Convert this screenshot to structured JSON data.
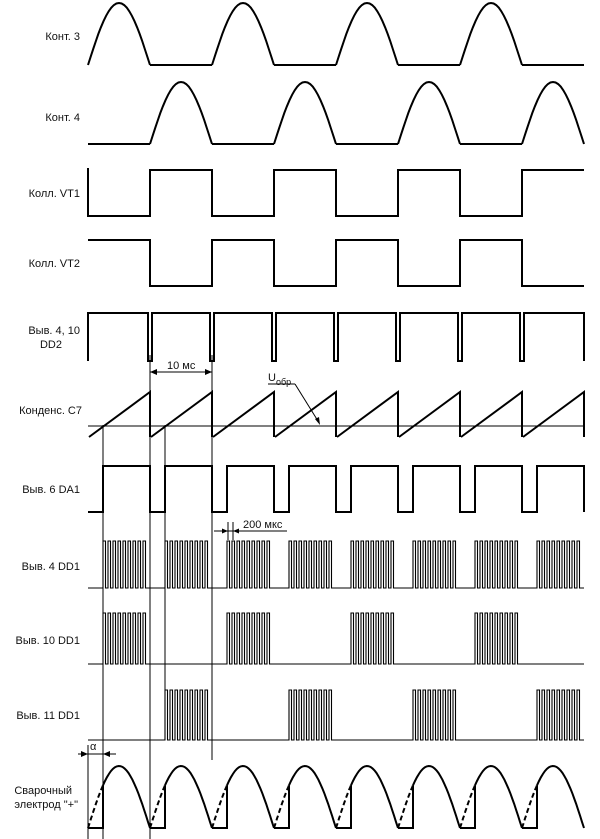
{
  "labels": {
    "kont3": "Конт. 3",
    "kont4": "Конт. 4",
    "koll_vt1": "Колл. VT1",
    "koll_vt2": "Колл. VT2",
    "dd2_line1": "Выв. 4, 10",
    "dd2_line2": "DD2",
    "c7": "Конденс. С7",
    "da1": "Выв. 6 DA1",
    "dd1_4": "Выв. 4 DD1",
    "dd1_10": "Выв. 10 DD1",
    "dd1_11": "Выв. 11 DD1",
    "weld_line1": "Сварочный",
    "weld_line2": "электрод \"+\""
  },
  "annotations": {
    "period": "10 мс",
    "pulse": "200 мкс",
    "u_main": "U",
    "u_sub": "обр",
    "alpha": "α"
  },
  "signal": {
    "half_periods": 8
  }
}
